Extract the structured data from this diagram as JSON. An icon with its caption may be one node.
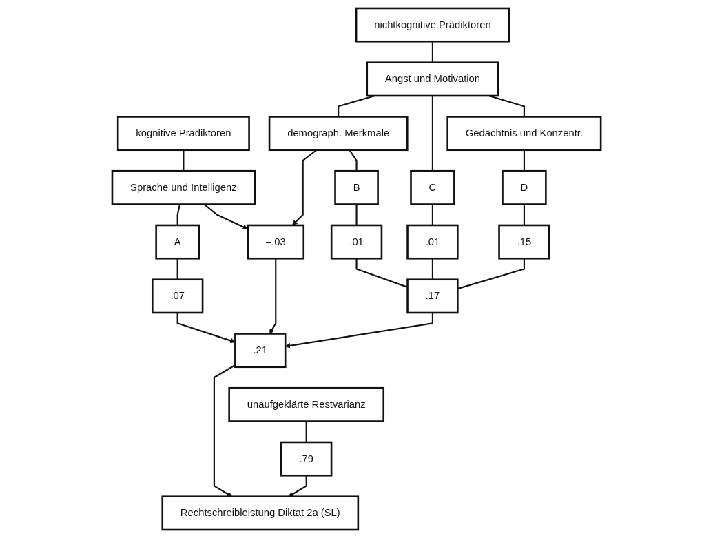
{
  "diagram": {
    "nodes": [
      {
        "text": [
          "kognitive Prädiktoren"
        ]
      },
      {
        "text": [
          "nichtkognitive Prädiktoren"
        ]
      },
      {
        "text": [
          "Sprache und Intelligenz"
        ]
      },
      {
        "text": [
          "demograph. Merkmale"
        ]
      },
      {
        "text": [
          "Angst und Motivation"
        ]
      },
      {
        "text": [
          "Gedächtnis und Konzentr."
        ]
      },
      {
        "text": [
          "A"
        ]
      },
      {
        "text": [
          "B"
        ]
      },
      {
        "text": [
          "C"
        ]
      },
      {
        "text": [
          "D"
        ]
      },
      {
        "text": [
          ".01"
        ]
      },
      {
        "text": [
          ".01"
        ]
      },
      {
        "text": [
          ".15"
        ]
      },
      {
        "text": [
          ".07"
        ]
      },
      {
        "text": [
          "–.03"
        ]
      },
      {
        "text": [
          ".17"
        ]
      },
      {
        "text": [
          ".21"
        ]
      },
      {
        "text": [
          "Rechtschreibleistung Diktat 2a (SL)"
        ]
      },
      {
        "text": [
          ".79"
        ]
      },
      {
        "text": [
          "unaufgeklärte Restvarianz"
        ]
      }
    ],
    "edges": [
      {
        "from": 0,
        "to": 2,
        "arrow": "none"
      },
      {
        "from": 1,
        "to": 4,
        "arrow": "none"
      },
      {
        "from": 3,
        "to": 4,
        "arrow": "none"
      },
      {
        "from": 4,
        "to": 5,
        "arrow": "none"
      },
      {
        "from": 2,
        "to": 6,
        "arrow": "none"
      },
      {
        "from": 3,
        "to": 7,
        "arrow": "none"
      },
      {
        "from": 4,
        "to": 8,
        "arrow": "none"
      },
      {
        "from": 5,
        "to": 9,
        "arrow": "none"
      },
      {
        "from": 7,
        "to": 10,
        "arrow": "none"
      },
      {
        "from": 8,
        "to": 11,
        "arrow": "none"
      },
      {
        "from": 9,
        "to": 12,
        "arrow": "none"
      },
      {
        "from": 6,
        "to": 13,
        "arrow": "none"
      },
      {
        "from": 2,
        "to": 14,
        "arrow": "to"
      },
      {
        "from": 3,
        "to": 14,
        "arrow": "to"
      },
      {
        "from": 10,
        "to": 15,
        "arrow": "none"
      },
      {
        "from": 11,
        "to": 15,
        "arrow": "none"
      },
      {
        "from": 12,
        "to": 15,
        "arrow": "none"
      },
      {
        "from": 13,
        "to": 16,
        "arrow": "to"
      },
      {
        "from": 14,
        "to": 16,
        "arrow": "to"
      },
      {
        "from": 15,
        "to": 16,
        "arrow": "to"
      },
      {
        "from": 16,
        "to": 17,
        "arrow": "to"
      },
      {
        "from": 19,
        "to": 18,
        "arrow": "none"
      },
      {
        "from": 18,
        "to": 17,
        "arrow": "to"
      }
    ]
  }
}
